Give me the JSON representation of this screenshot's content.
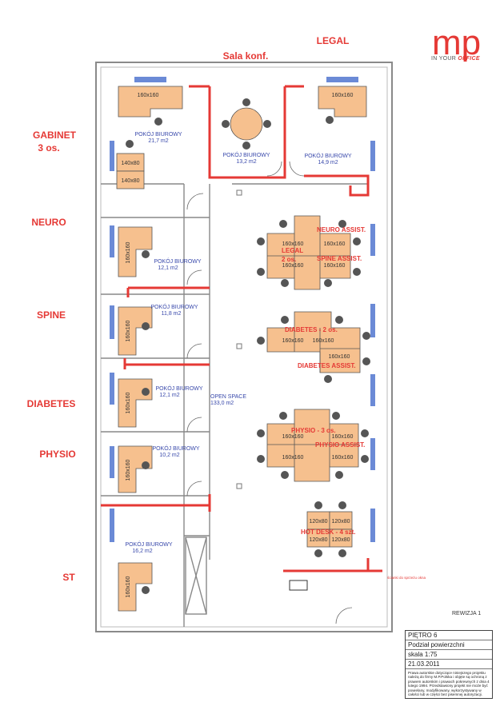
{
  "logo": {
    "mark": "mp",
    "tagline_a": "IN YOUR",
    "tagline_b": "OFFICE"
  },
  "header": {
    "sala": "Sala konf.",
    "legal": "LEGAL"
  },
  "left_labels": [
    "GABINET",
    "3 os.",
    "NEURO",
    "SPINE",
    "DIABETES",
    "PHYSIO",
    "ST"
  ],
  "rooms": [
    {
      "name": "POKÓJ BIUROWY",
      "area": "21,7 m2"
    },
    {
      "name": "POKÓJ BIUROWY",
      "area": "13,2 m2"
    },
    {
      "name": "POKÓJ BIUROWY",
      "area": "14,9 m2"
    },
    {
      "name": "POKÓJ BIUROWY",
      "area": "12,1 m2"
    },
    {
      "name": "POKÓJ BIUROWY",
      "area": "11,8 m2"
    },
    {
      "name": "POKÓJ BIUROWY",
      "area": "12,1 m2"
    },
    {
      "name": "POKÓJ BIUROWY",
      "area": "10,2 m2"
    },
    {
      "name": "POKÓJ BIUROWY",
      "area": "16,2 m2"
    },
    {
      "name": "OPEN SPACE",
      "area": "133,0 m2"
    }
  ],
  "desk_sizes": {
    "large": "160x160",
    "small": "140x80",
    "hot": "120x80"
  },
  "open_labels": [
    "NEURO ASSIST.",
    "LEGAL",
    "2 os.",
    "SPINE ASSIST.",
    "DIABETES - 2 os.",
    "DIABETES ASSIST.",
    "PHYSIO - 3 os.",
    "PHYSIO ASSIST.",
    "HOT DESK - 4 szt."
  ],
  "annotation": "ścianki do sprzeżu okna",
  "revision": "REWIZJA 1",
  "title_block": {
    "floor": "PIĘTRO 6",
    "title": "Podział powierzchni",
    "scale": "skala 1:75",
    "date": "21.03.2011",
    "note": "Prawa autorskie dotyczące niniejszego projektu należą do firmy M.P.Polska i objęte są ochroną z prawem autorskim i prawach pokrewnych z dnia 4 lutego 1994. Przedstawiony projekt nie może być powielany, modyfikowany, wykorzystywany w całości lub w części bez pisemnej autoryzacji."
  },
  "colors": {
    "accent": "#e53935",
    "desk": "#f6c08e",
    "wall": "#e53935",
    "room_label": "#3949ab"
  }
}
